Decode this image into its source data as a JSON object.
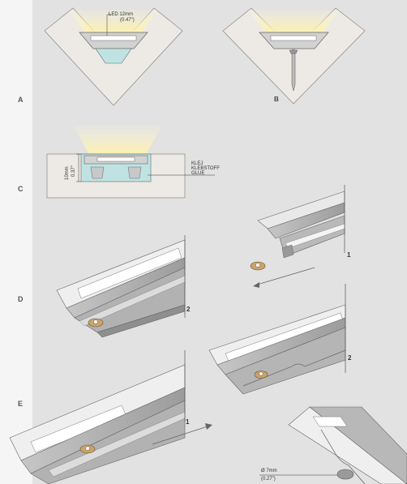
{
  "rows": [
    {
      "letter": "A"
    },
    {
      "letter": "C"
    },
    {
      "letter": "D"
    },
    {
      "letter": "E"
    }
  ],
  "panel_b_letter": "B",
  "panel_a": {
    "led_label": "LED 12mm",
    "led_inch": "(0.47\")"
  },
  "panel_c": {
    "height_mm": "10mm",
    "height_in": "0.37\"",
    "glue_de": "KLEJ",
    "glue_en1": "KLEBSTOFF",
    "glue_en2": "GLUE"
  },
  "steps": {
    "d_top": "1",
    "d_main": "2",
    "e_right": "2",
    "e_main": "1"
  },
  "panel_e": {
    "dia_mm": "Ø 7mm",
    "dia_in": "(0.27\")"
  },
  "colors": {
    "wall": "#ede9e4",
    "profile": "#cfcfcf",
    "profile_dark": "#8f8f8f",
    "glue": "#bfe3e3",
    "led_glow": "#fff6c8"
  }
}
